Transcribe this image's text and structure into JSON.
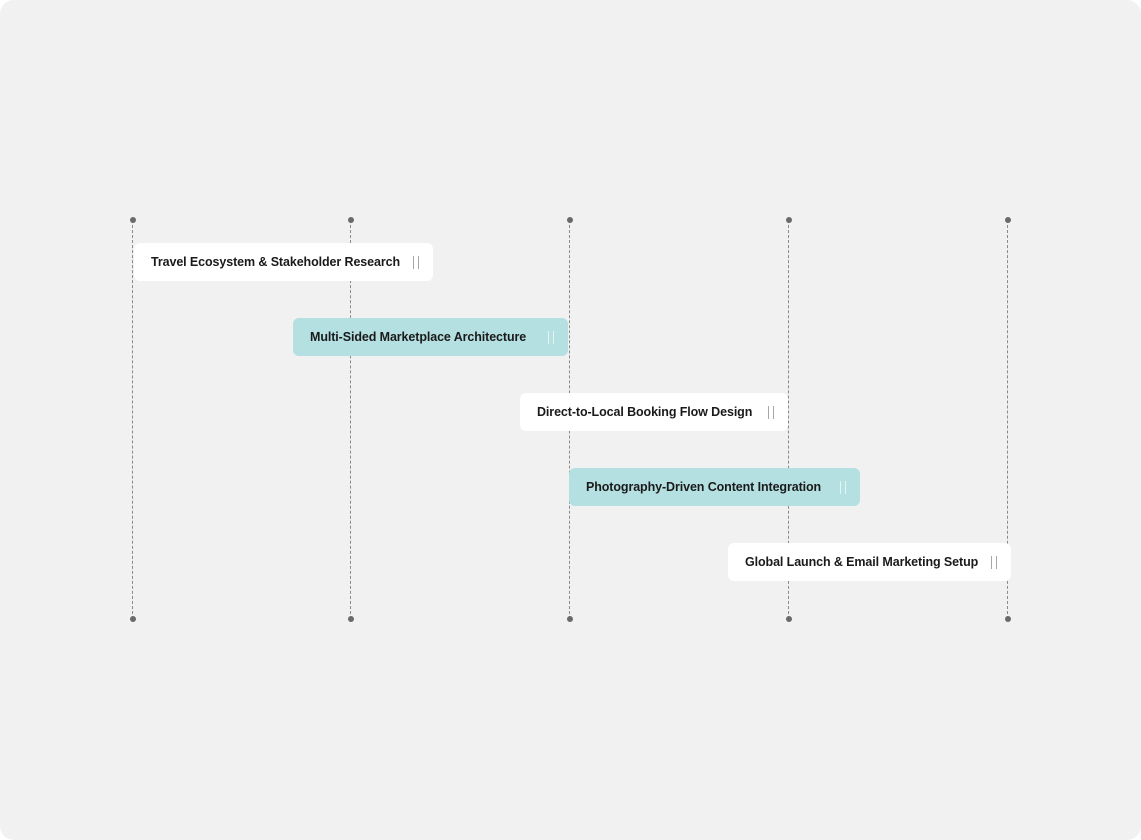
{
  "colors": {
    "canvas_bg": "#f1f1f1",
    "task_white": "#ffffff",
    "task_teal": "#b4e0e1",
    "guide_line": "#8a8a8a",
    "dot": "#6a6a6a",
    "text": "#1a1a1a"
  },
  "timeline": {
    "column_count": 5
  },
  "tasks": [
    {
      "label": "Travel Ecosystem & Stakeholder Research",
      "style": "white"
    },
    {
      "label": "Multi-Sided Marketplace Architecture",
      "style": "teal"
    },
    {
      "label": "Direct-to-Local Booking Flow Design",
      "style": "white"
    },
    {
      "label": "Photography-Driven Content Integration",
      "style": "teal"
    },
    {
      "label": "Global Launch & Email Marketing Setup",
      "style": "white"
    }
  ]
}
